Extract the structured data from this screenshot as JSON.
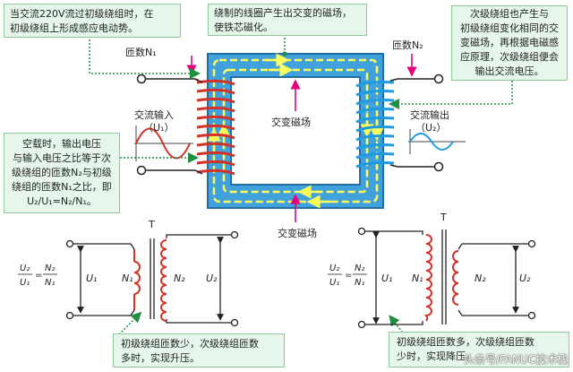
{
  "callouts": {
    "top_left": [
      "当交流220V流过初级绕组时，在",
      "初级绕组上形成感应电动势。"
    ],
    "top_center": [
      "绕制的线圈产生出交变的磁场，",
      "使铁芯磁化。"
    ],
    "top_right": [
      "次级绕组也产生与",
      "初级绕组变化相同的交",
      "变磁场，再根据电磁感",
      "应原理，次级绕组便会",
      "输出交流电压。"
    ],
    "mid_left": [
      "空载时，输出电压",
      "与输入电压之比等于次",
      "级绕组的匝数N₂与初级",
      "绕组的匝数N₁之比，即",
      "U₂/U₁=N₂/N₁。"
    ],
    "bottom_left": [
      "初级绕组匝数少，次级绕组匝数",
      "多时，实现升压。"
    ],
    "bottom_right": [
      "初级绕组匝数多，次级绕组匝数",
      "少时，实现降压。"
    ]
  },
  "labels": {
    "turns_n1": "匝数N₁",
    "turns_n2": "匝数N₂",
    "ac_input": "交流输入",
    "u1_paren": "（U₁）",
    "ac_output": "交流输出",
    "u2_paren": "（U₂）",
    "field_center": "交变磁场",
    "field_bottom": "交变磁场"
  },
  "circuits": {
    "core_label": "T",
    "u1": "U₁",
    "u2": "U₂",
    "n1": "N₁",
    "n2": "N₂",
    "formula_lhs_num": "U₂",
    "formula_lhs_den": "U₁",
    "formula_eq": "=",
    "formula_rhs_num": "N₂",
    "formula_rhs_den": "N₁"
  },
  "watermark": "头条号/FANUC技术栈",
  "colors": {
    "core_fill": "#40a1dc",
    "core_border": "#206fa8",
    "flux_line": "#ffff5a",
    "primary_coil": "#d23228",
    "secondary_coil": "#1e9be1",
    "arrow_magenta": "#e6007e",
    "callout_bg": "#e6f6ea",
    "leader_green": "#1e9040"
  }
}
